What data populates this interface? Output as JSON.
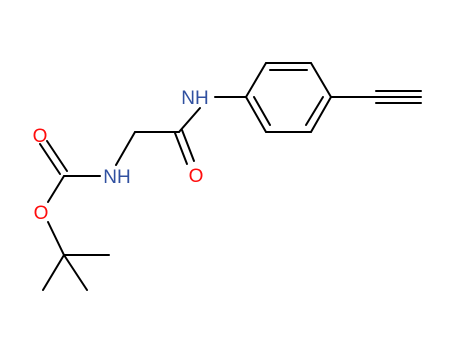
{
  "molecule": {
    "atom_labels": {
      "nh_amide": "NH",
      "nh_carbamate": "NH",
      "o_amide": "O",
      "o_carbonyl": "O",
      "o_ester": "O"
    },
    "colors": {
      "bond": "#000000",
      "oxygen": "#ff0d0d",
      "nitrogen": "#3050a0"
    }
  }
}
